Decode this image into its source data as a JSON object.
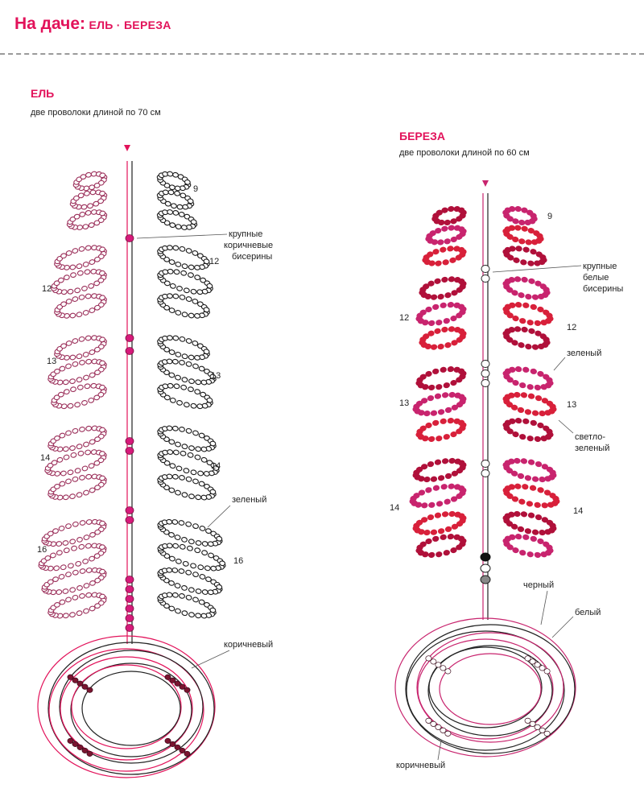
{
  "header": {
    "title_main": "На даче:",
    "title_sub": "ЕЛЬ · БЕРЕЗА"
  },
  "spruce": {
    "title": "ЕЛЬ",
    "subtitle": "две проволоки длиной по 70 см",
    "labels": {
      "large_beads_1": "крупные",
      "large_beads_2": "коричневые",
      "large_beads_3": "бисерины",
      "green": "зеленый",
      "brown": "коричневый"
    },
    "counts": [
      "9",
      "12",
      "12",
      "13",
      "13",
      "14",
      "14",
      "16",
      "16"
    ],
    "colors": {
      "leaf_left": "#9b2f5a",
      "leaf_right": "#1a1a1a",
      "stem_bead": "#d61a7a",
      "wire": "#e2125a"
    }
  },
  "birch": {
    "title": "БЕРЕЗА",
    "subtitle": "две проволоки длиной по 60 см",
    "labels": {
      "large_beads_1": "крупные",
      "large_beads_2": "белые",
      "large_beads_3": "бисерины",
      "green": "зеленый",
      "light_green_1": "светло-",
      "light_green_2": "зеленый",
      "black": "черный",
      "white": "белый",
      "brown": "коричневый"
    },
    "counts": [
      "9",
      "12",
      "12",
      "13",
      "13",
      "14",
      "14"
    ],
    "colors": {
      "leaf_dark": "#b0103a",
      "leaf_magenta": "#c8246e",
      "leaf_red": "#d8203a",
      "wire": "#e2125a"
    }
  }
}
